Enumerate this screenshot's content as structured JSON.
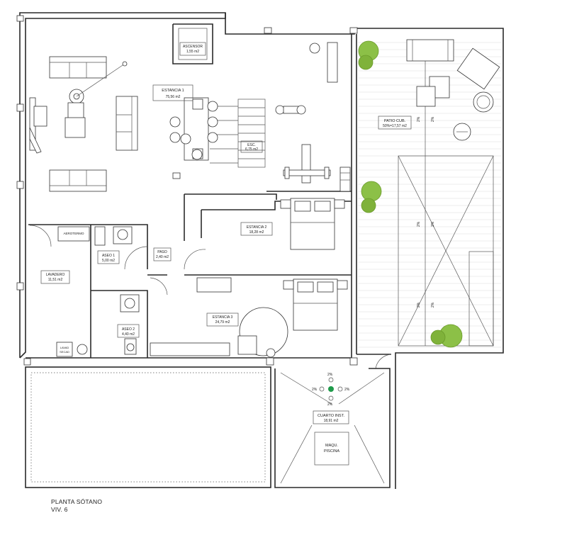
{
  "rooms": {
    "estancia1": {
      "name": "ESTANCIA  1",
      "area": "75,56 m2"
    },
    "ascensor": {
      "name": "ASCENSOR",
      "area": "1,55 m2"
    },
    "esc": {
      "name": "ESC.",
      "area": "6,75 m2"
    },
    "estancia2": {
      "name": "ESTANCIA 2",
      "area": "18,28 m2"
    },
    "aseo1": {
      "name": "ASEO 1",
      "area": "5,00 m2"
    },
    "paso": {
      "name": "PASO",
      "area": "2,40 m2"
    },
    "lavadero": {
      "name": "LAVADERO",
      "area": "11,51 m2"
    },
    "estancia3": {
      "name": "ESTANCIA 3",
      "area": "24,79 m2"
    },
    "aseo2": {
      "name": "ASEO 2",
      "area": "4,40 m2"
    },
    "patio": {
      "name": "PATIO CUB.",
      "area": "50%=17,57 m2"
    },
    "cuarto": {
      "name": "CUARTO INST.",
      "area": "18,91 m2"
    }
  },
  "labels": {
    "aerotermo": "AEROTERMO",
    "lavasec_1": "LAVAD",
    "lavasec_2": "SECAD",
    "maqu_1": "MAQU.",
    "maqu_2": "PISCINA",
    "slope": "2%"
  },
  "footer": {
    "line1": "PLANTA SÓTANO",
    "line2": "VIV. 6"
  },
  "colors": {
    "wall": "#2a2a2a",
    "plant": "#7fb23a",
    "drain": "#1f9a4a"
  }
}
